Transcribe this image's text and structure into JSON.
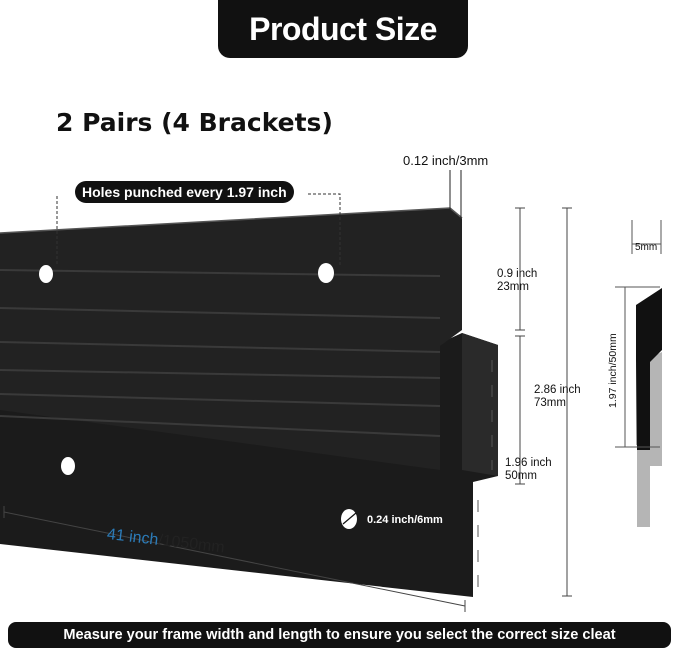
{
  "title": "Product Size",
  "subtitle": "2 Pairs (4 Brackets)",
  "hole_spacing_label": "Holes punched every 1.97 inch",
  "thickness_label": "0.12 inch/3mm",
  "upper_height": {
    "line1": "0.9 inch",
    "line2": "23mm"
  },
  "total_height": {
    "line1": "2.86 inch",
    "line2": "73mm"
  },
  "lower_height": {
    "line1": "1.96 inch",
    "line2": "50mm"
  },
  "hole_diameter_label": "0.24 inch/6mm",
  "length_label": {
    "inch": "41 inch",
    "metric": "/1050mm"
  },
  "profile_depth_label": "5mm",
  "profile_height_label": "1.97 inch/50mm",
  "bottom_banner": "Measure your frame width and length to ensure you select the correct size cleat",
  "colors": {
    "bracket": "#1a1a1a",
    "banner": "#111111",
    "accent": "#2b7bb8"
  }
}
